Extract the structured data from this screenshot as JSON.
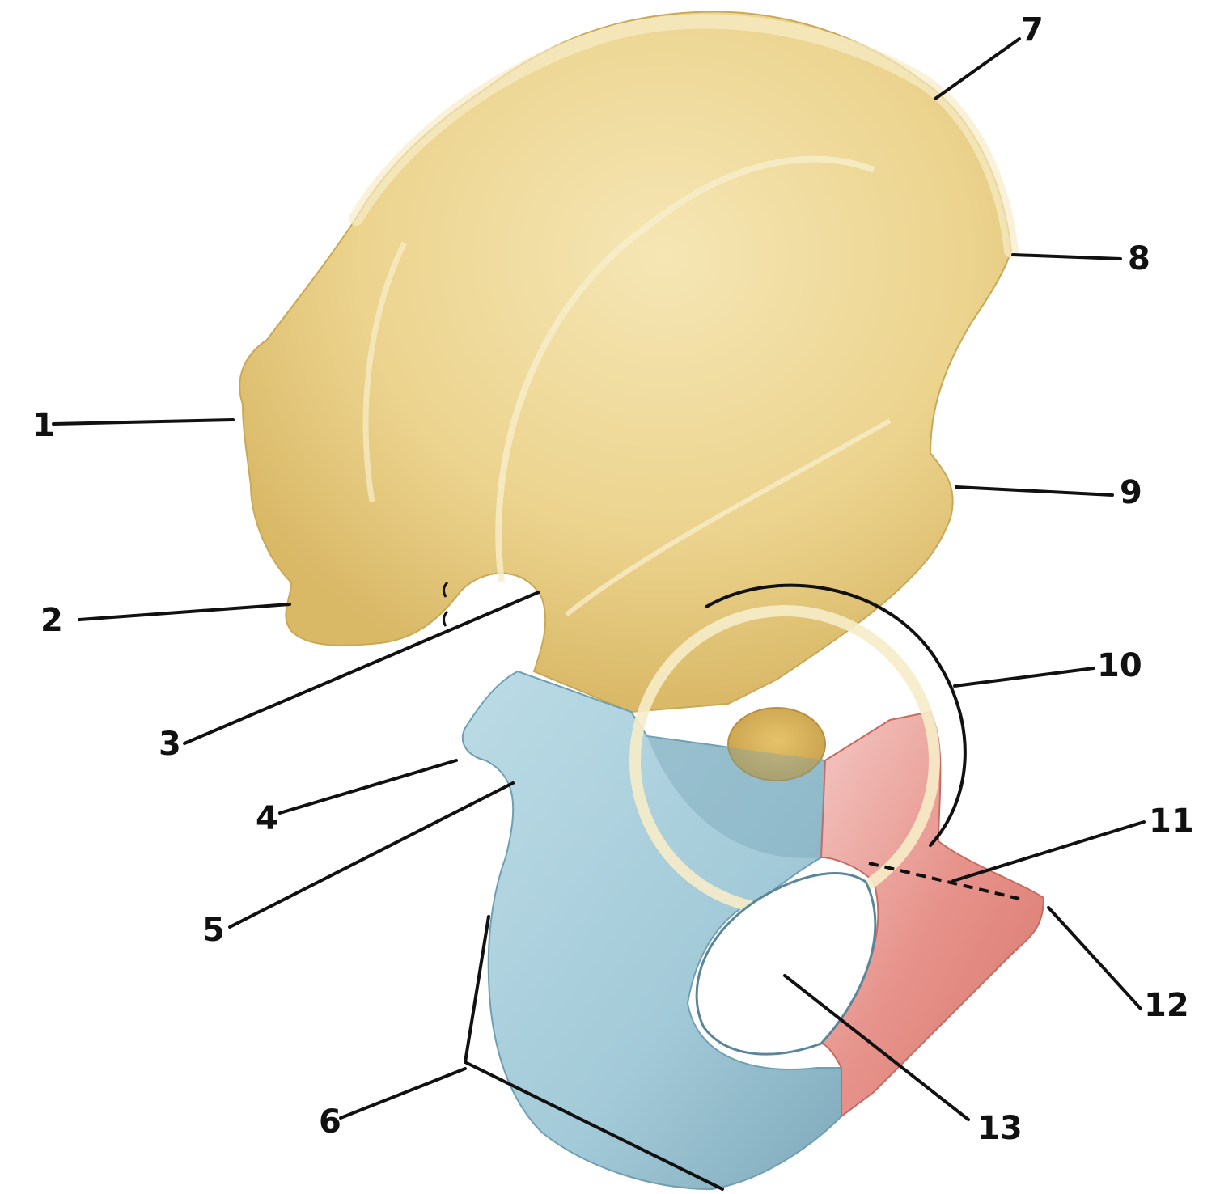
{
  "diagram": {
    "labels": [
      {
        "id": "1",
        "text": "1"
      },
      {
        "id": "2",
        "text": "2"
      },
      {
        "id": "3",
        "text": "3"
      },
      {
        "id": "4",
        "text": "4"
      },
      {
        "id": "5",
        "text": "5"
      },
      {
        "id": "6",
        "text": "6"
      },
      {
        "id": "7",
        "text": "7"
      },
      {
        "id": "8",
        "text": "8"
      },
      {
        "id": "9",
        "text": "9"
      },
      {
        "id": "10",
        "text": "10"
      },
      {
        "id": "11",
        "text": "11"
      },
      {
        "id": "12",
        "text": "12"
      },
      {
        "id": "13",
        "text": "13"
      }
    ],
    "colors": {
      "ilium": "#e8cf86",
      "ilium_light": "#f3e2aa",
      "ilium_shadow": "#c9a856",
      "ischium": "#a9cfdc",
      "ischium_shadow": "#6f9fb3",
      "pubis": "#e48d85",
      "pubis_light": "#f3b8b4",
      "line": "#111111"
    }
  }
}
